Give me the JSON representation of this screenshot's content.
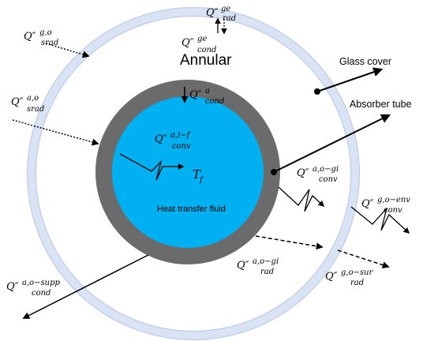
{
  "labels": {
    "annular": "Annular",
    "glass_cover": "Glass cover",
    "absorber_tube": "Absorber tube",
    "htf": "Heat transfer fluid",
    "tf": "T",
    "tf_sub": "f"
  },
  "fluxes": {
    "ge_rad": {
      "base": "Q″",
      "sup": "ge",
      "sub": "rad"
    },
    "ge_cond": {
      "base": "Q″",
      "sup": "ge",
      "sub": "cond"
    },
    "g_o_srad": {
      "base": "Q″",
      "sup": "g,o",
      "sub": "srad"
    },
    "a_o_srad": {
      "base": "Q″",
      "sup": "a,o",
      "sub": "srad"
    },
    "a_cond": {
      "base": "Q″",
      "sup": "a",
      "sub": "cond"
    },
    "a_i_f_conv": {
      "base": "Q″",
      "sup": "a,i−f",
      "sub": "conv"
    },
    "a_o_gi_conv": {
      "base": "Q″",
      "sup": "a,o−gi",
      "sub": "conv"
    },
    "g_o_env_conv": {
      "base": "Q″",
      "sup": "g,o−env",
      "sub": "conv"
    },
    "a_o_gi_rad": {
      "base": "Q″",
      "sup": "a,o−gi",
      "sub": "rad"
    },
    "g_o_sur_rad": {
      "base": "Q″",
      "sup": "g,o−sur",
      "sub": "rad"
    },
    "a_o_supp_cond": {
      "base": "Q″",
      "sup": "a,o−supp",
      "sub": "cond"
    }
  },
  "colors": {
    "glass_ring": "#dae3f3",
    "glass_ring_stroke": "#b4c7e7",
    "absorber": "#6b6b6b",
    "fluid": "#00b0f0"
  }
}
